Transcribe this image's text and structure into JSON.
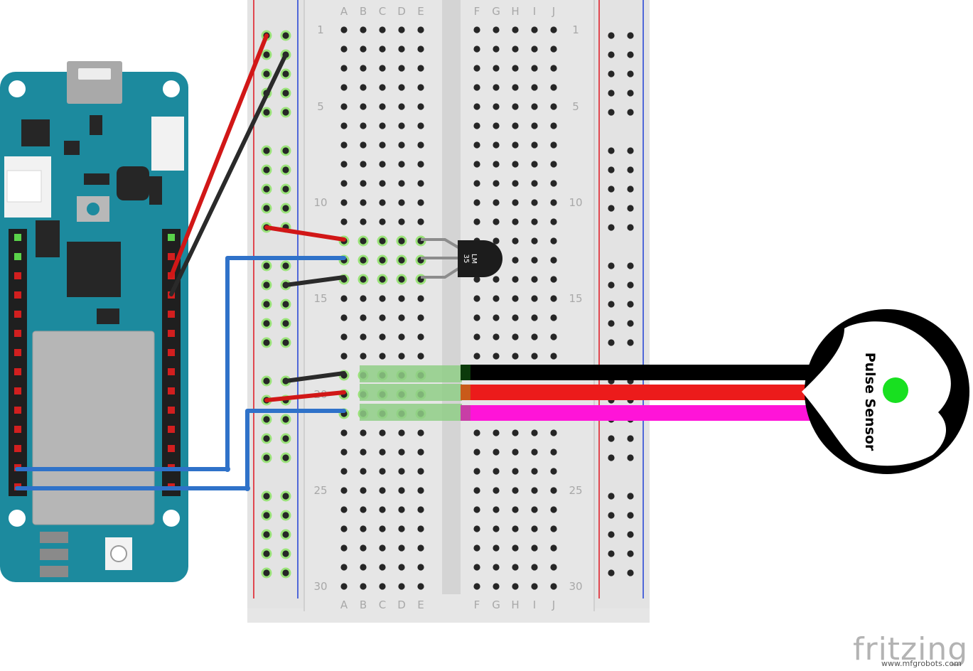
{
  "breadboard": {
    "columns_left": [
      "A",
      "B",
      "C",
      "D",
      "E"
    ],
    "columns_right": [
      "F",
      "G",
      "H",
      "I",
      "J"
    ],
    "row_labels": [
      "1",
      "5",
      "10",
      "15",
      "20",
      "25",
      "30"
    ],
    "row_count": 30
  },
  "components": {
    "temp_sensor": {
      "label_line1": "LM",
      "label_line2": "35"
    },
    "pulse_sensor": {
      "label": "Pulse Sensor"
    }
  },
  "brand": {
    "logo_text": "fritzing",
    "watermark": "www.mfgrobots.com"
  },
  "colors": {
    "board": "#1c8a9e",
    "board_dark": "#0f6f82",
    "breadboard": "#e6e6e6",
    "rail_red": "#e0141f",
    "rail_blue": "#1f3fd6",
    "wire_red": "#d11717",
    "wire_black": "#2a2a2a",
    "wire_blue": "#2f72c9",
    "wire_magenta": "#ff14d8",
    "pin_highlight": "#9be37a",
    "sensor_led": "#18e020"
  }
}
